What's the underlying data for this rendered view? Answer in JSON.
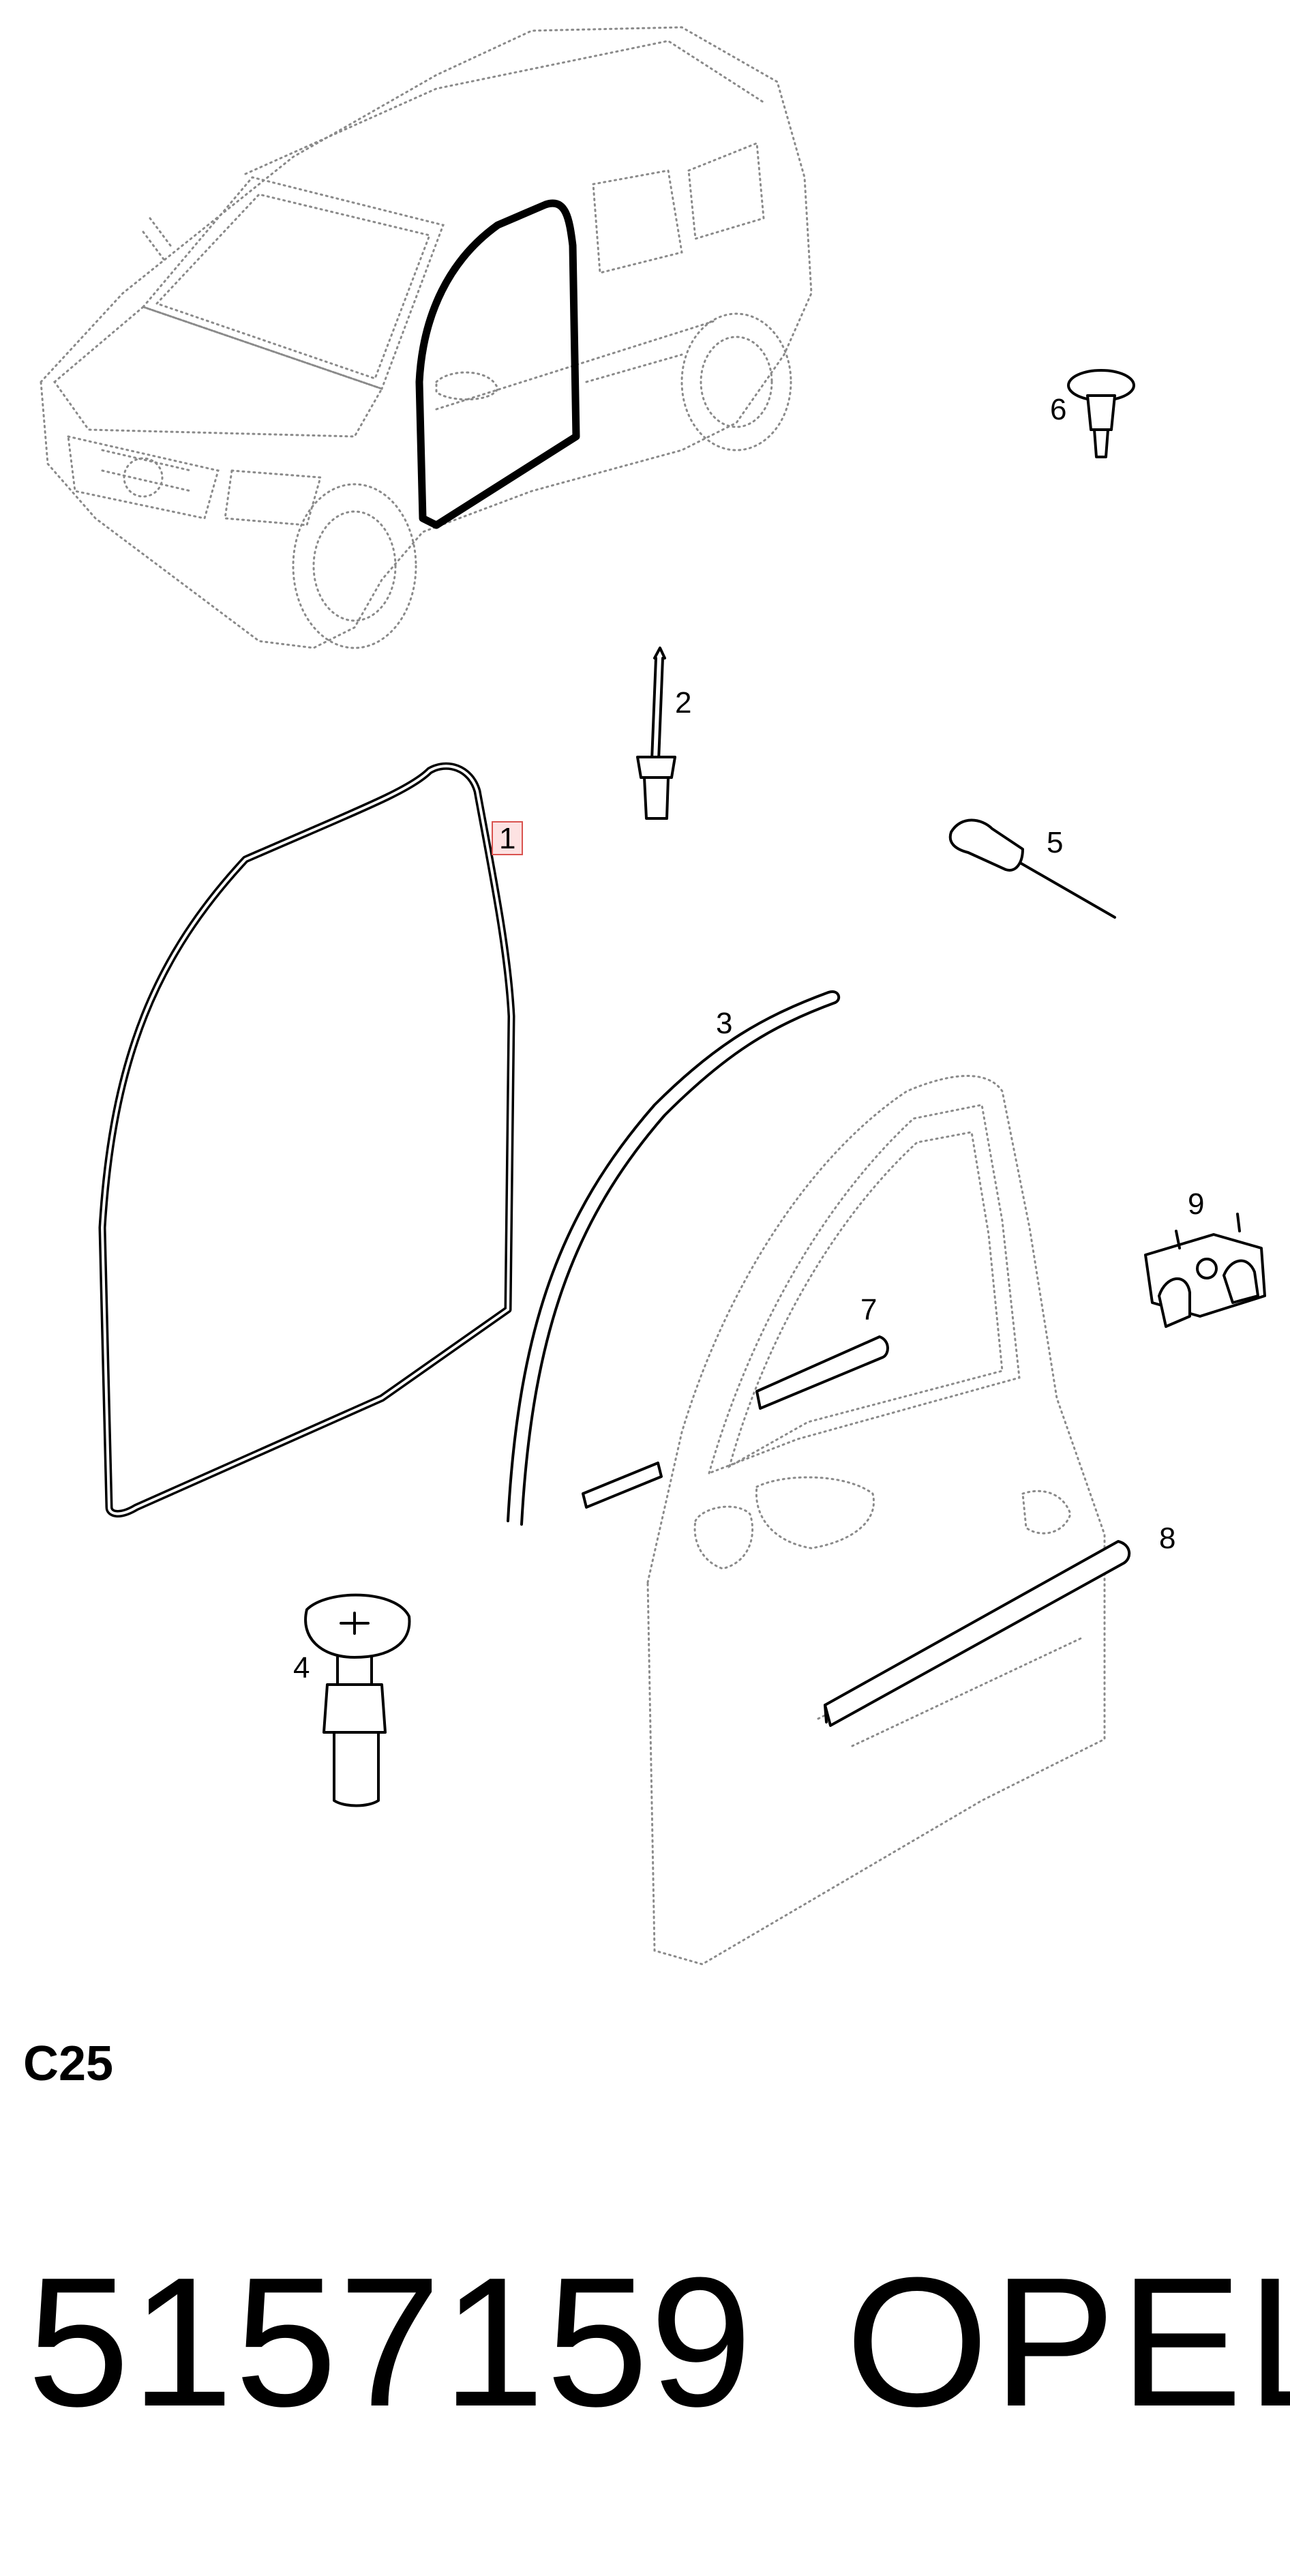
{
  "callouts": {
    "c1": "1",
    "c2": "2",
    "c3": "3",
    "c4": "4",
    "c5": "5",
    "c6": "6",
    "c7": "7",
    "c8": "8",
    "c9": "9"
  },
  "footer": {
    "section_code": "C25",
    "part_number": "5157159",
    "brand": "OPEL"
  },
  "colors": {
    "line": "#000000",
    "dotted": "#777777",
    "highlight_box": "#d9534f"
  }
}
